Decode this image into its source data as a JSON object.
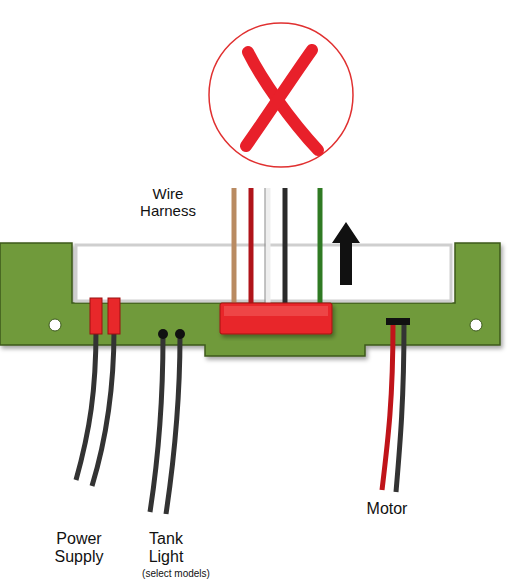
{
  "diagram": {
    "labels": [
      "Wire Harness",
      "Power Supply",
      "Tank Light",
      "(select models)",
      "Motor"
    ]
  }
}
